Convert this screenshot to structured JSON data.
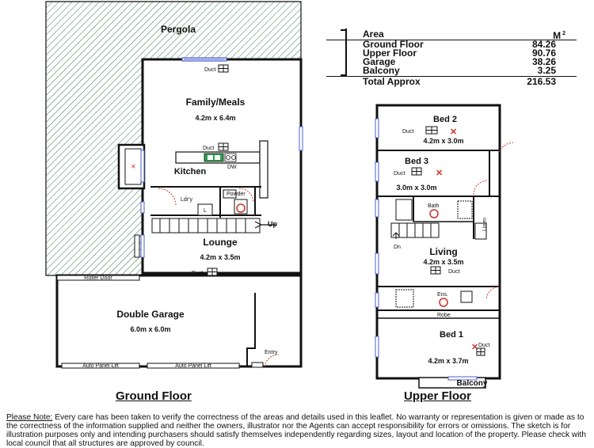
{
  "rooms": {
    "pergola": "Pergola",
    "family_meals": "Family/Meals",
    "family_meals_size": "4.2m x 6.4m",
    "kitchen": "Kitchen",
    "ldry": "Ldr'y",
    "powder": "Powder",
    "lounge": "Lounge",
    "lounge_size": "4.2m x 3.5m",
    "up": "Up",
    "roller_door": "Roller Door",
    "double_garage": "Double Garage",
    "double_garage_size": "6.0m x 6.0m",
    "entry": "Entry",
    "auto_panel_lift": "Auto Panel Lift",
    "duct": "Duct",
    "dw": "DW",
    "l": "L",
    "bed2": "Bed 2",
    "bed2_size": "4.2m x 3.0m",
    "bed3": "Bed 3",
    "bed3_size": "3.0m x 3.0m",
    "bath": "Bath",
    "linen": "Linen",
    "dn": "Dn",
    "living": "Living",
    "living_size": "4.2m x 3.5m",
    "ens": "Ens.",
    "robe": "Robe",
    "bed1": "Bed 1",
    "bed1_size": "4.2m x 3.7m",
    "balcony": "Balcony"
  },
  "floors": {
    "ground": "Ground Floor",
    "upper": "Upper Floor"
  },
  "area_table": {
    "header_label": "Area",
    "header_unit": "M",
    "header_unit_sup": "2",
    "rows": [
      {
        "label": "Ground Floor",
        "value": "84.26"
      },
      {
        "label": "Upper Floor",
        "value": "90.76"
      },
      {
        "label": "Garage",
        "value": "38.26"
      },
      {
        "label": "Balcony",
        "value": "3.25"
      }
    ],
    "total_label": "Total Approx",
    "total_value": "216.53"
  },
  "disclaimer": {
    "heading": "Please Note:",
    "body": "Every care has been taken to verify the correctness of the areas and details used in this leaflet. No warranty or representation is given or made as to the correctness of the information supplied and neither the owners, illustrator nor the Agents can accept responsibility for errors or omissions. The sketch is for illustration purposes only and intending purchasers should satisfy themselves independently regarding sizes, layout and location of the property. Please check with local council that all structures are approved by council."
  },
  "colors": {
    "hatch": "#2f7a4e",
    "window": "#4b5fd0",
    "fixture": "#2fa04f",
    "red_fixture": "#d03028",
    "door_arc": "#c04030"
  }
}
